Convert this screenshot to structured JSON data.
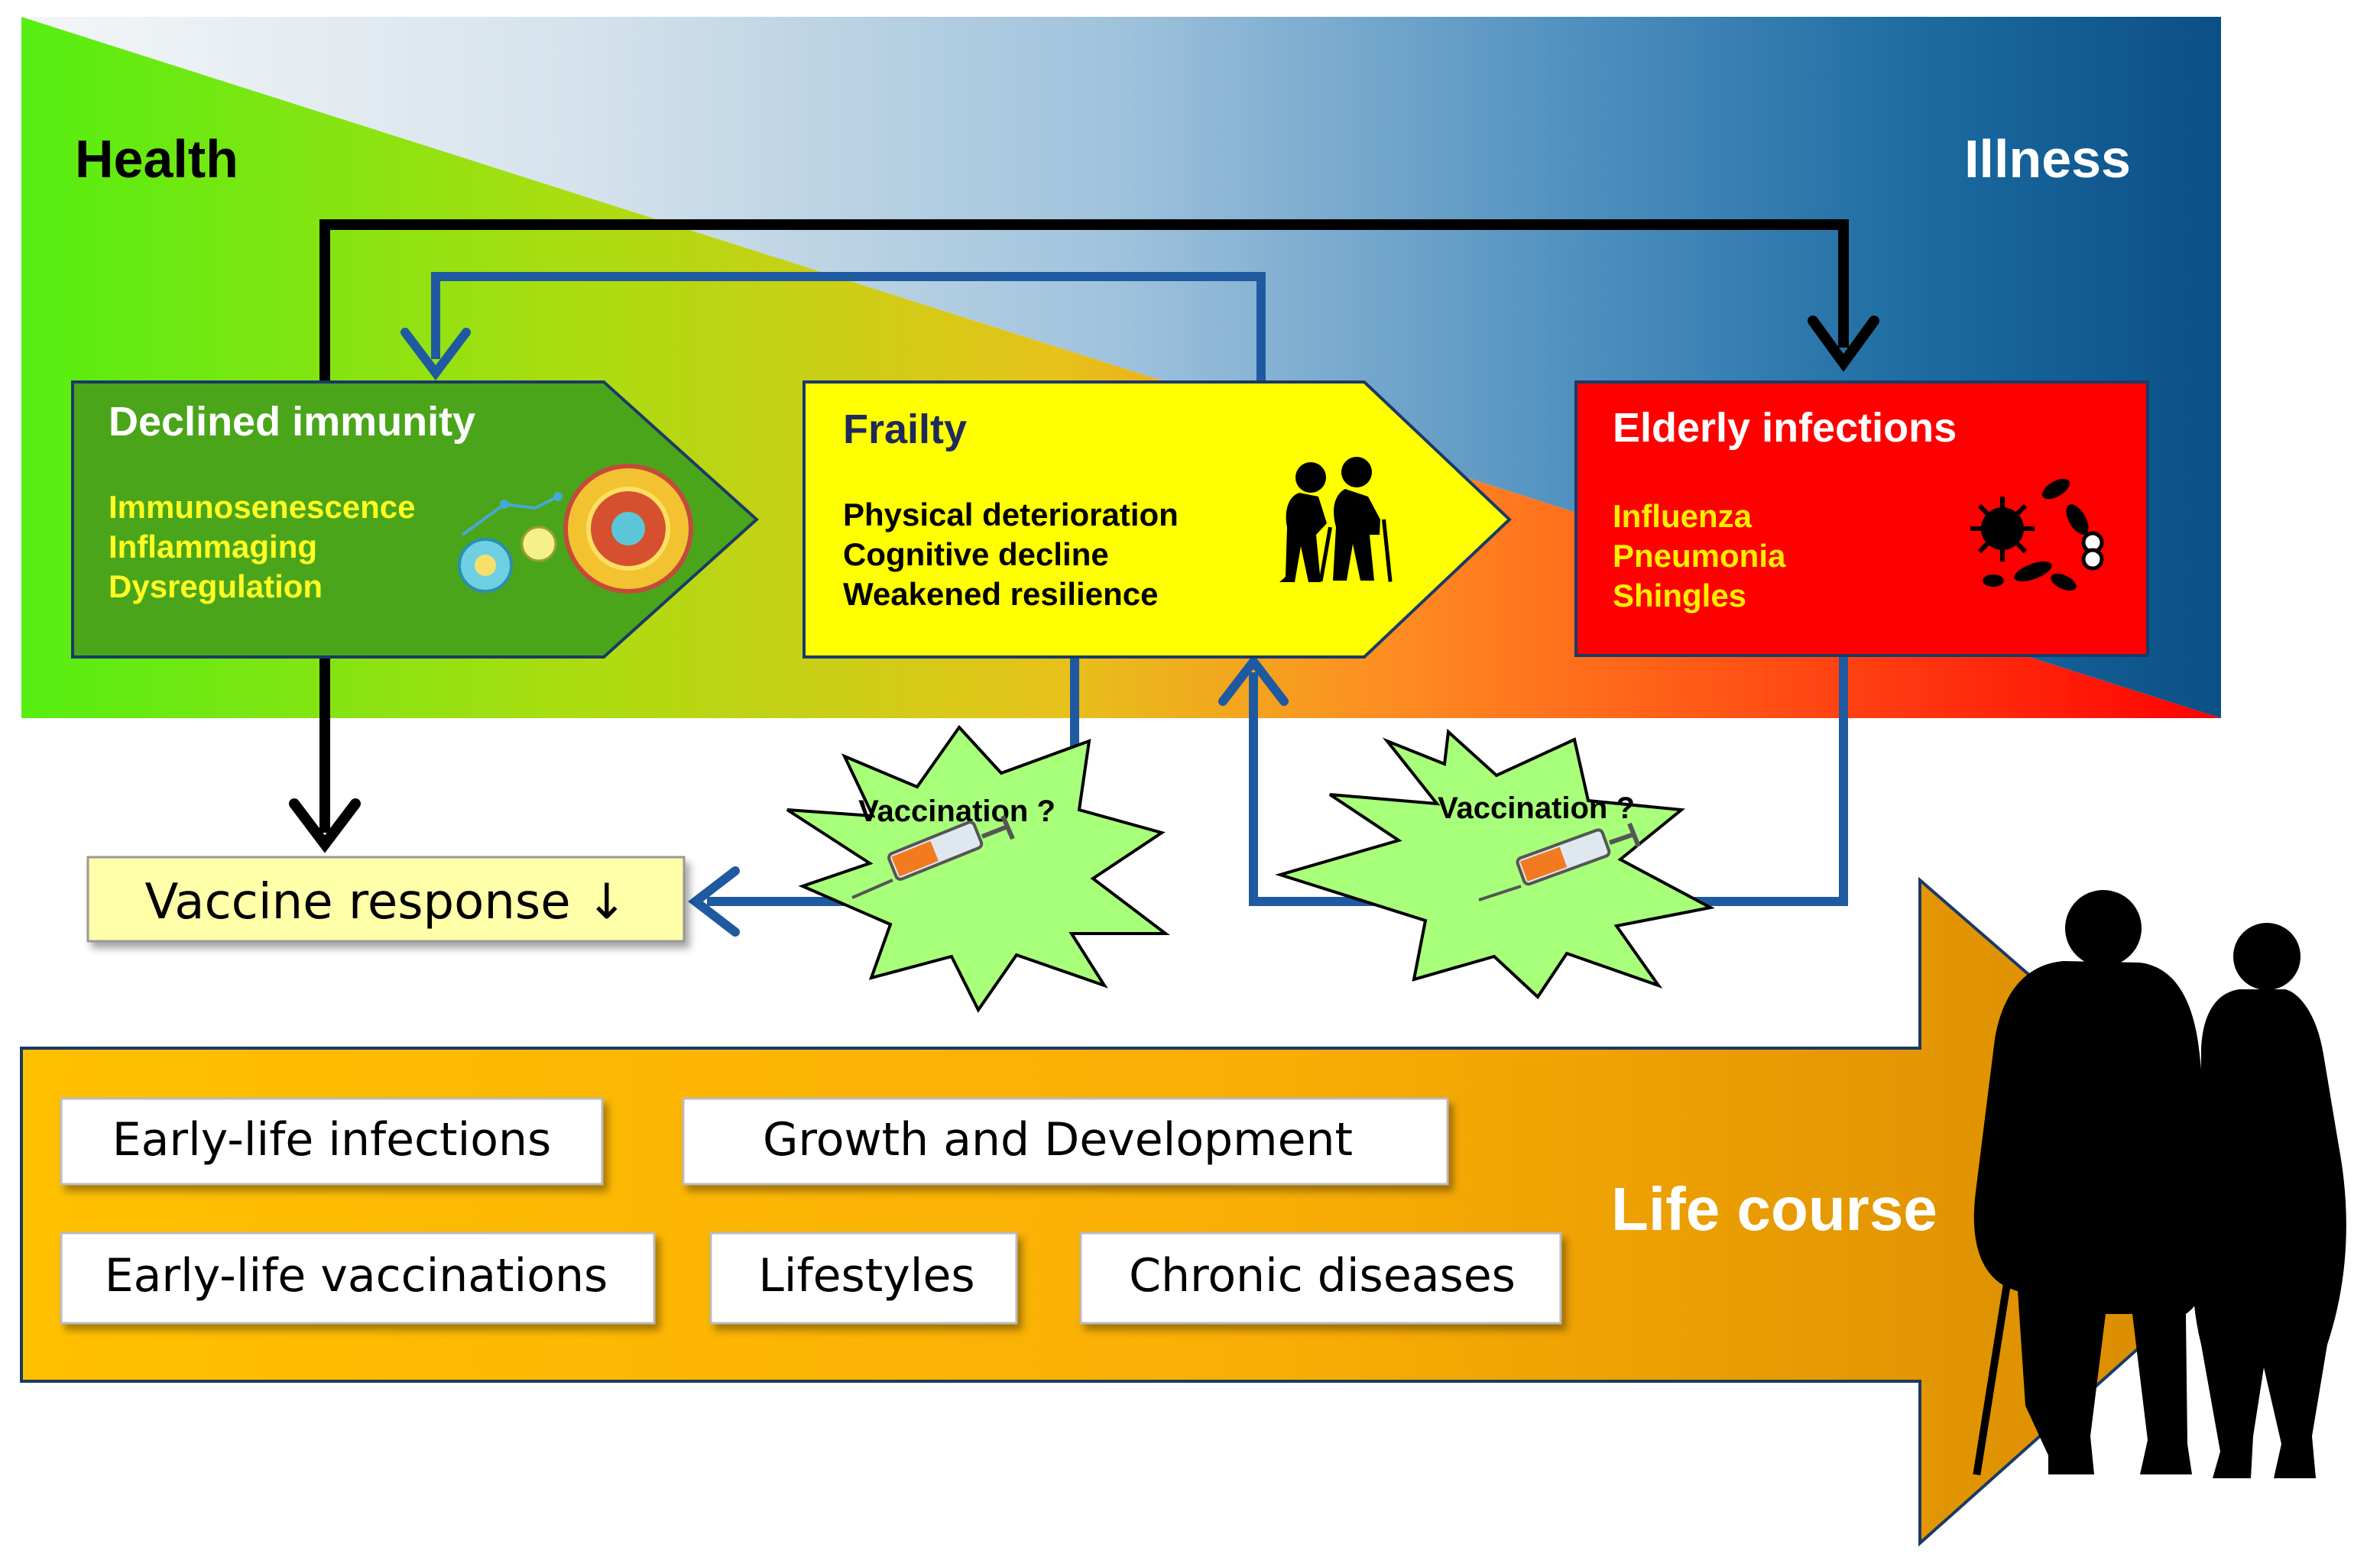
{
  "background": {
    "left_label": "Health",
    "right_label": "Illness",
    "colors": {
      "green": "#55ee11",
      "lime": "#aadd11",
      "yellow": "#e6c21a",
      "orange": "#ff7a1a",
      "red": "#ff1a00",
      "navy": "#0a5088",
      "pale": "#eef2f4"
    }
  },
  "boxes": {
    "immunity": {
      "title": "Declined immunity",
      "items": [
        "Immunosenescence",
        "Inflammaging",
        "Dysregulation"
      ],
      "fill": "#4aa51a",
      "icon": "immune-cells-icon"
    },
    "frailty": {
      "title": "Frailty",
      "items": [
        "Physical deterioration",
        "Cognitive decline",
        "Weakened resilience"
      ],
      "fill": "#ffff00",
      "icon": "elderly-couple-icon"
    },
    "infections": {
      "title": "Elderly infections",
      "items": [
        "Influenza",
        "Pneumonia",
        "Shingles"
      ],
      "fill": "#ff0000",
      "icon": "pathogens-icon"
    }
  },
  "vaccine_response": {
    "label": "Vaccine response ↓",
    "fill": "#ffffaa"
  },
  "vaccination_bursts": [
    {
      "label": "Vaccination ?",
      "icon": "syringe-icon"
    },
    {
      "label": "Vaccination ?",
      "icon": "syringe-icon"
    }
  ],
  "life_course": {
    "label": "Life course",
    "factors": [
      "Early-life infections",
      "Growth and Development",
      "Early-life vaccinations",
      "Lifestyles",
      "Chronic diseases"
    ],
    "icon": "elderly-silhouette-icon"
  },
  "arrow_colors": {
    "black": "#000000",
    "blue": "#1f5aa0"
  }
}
